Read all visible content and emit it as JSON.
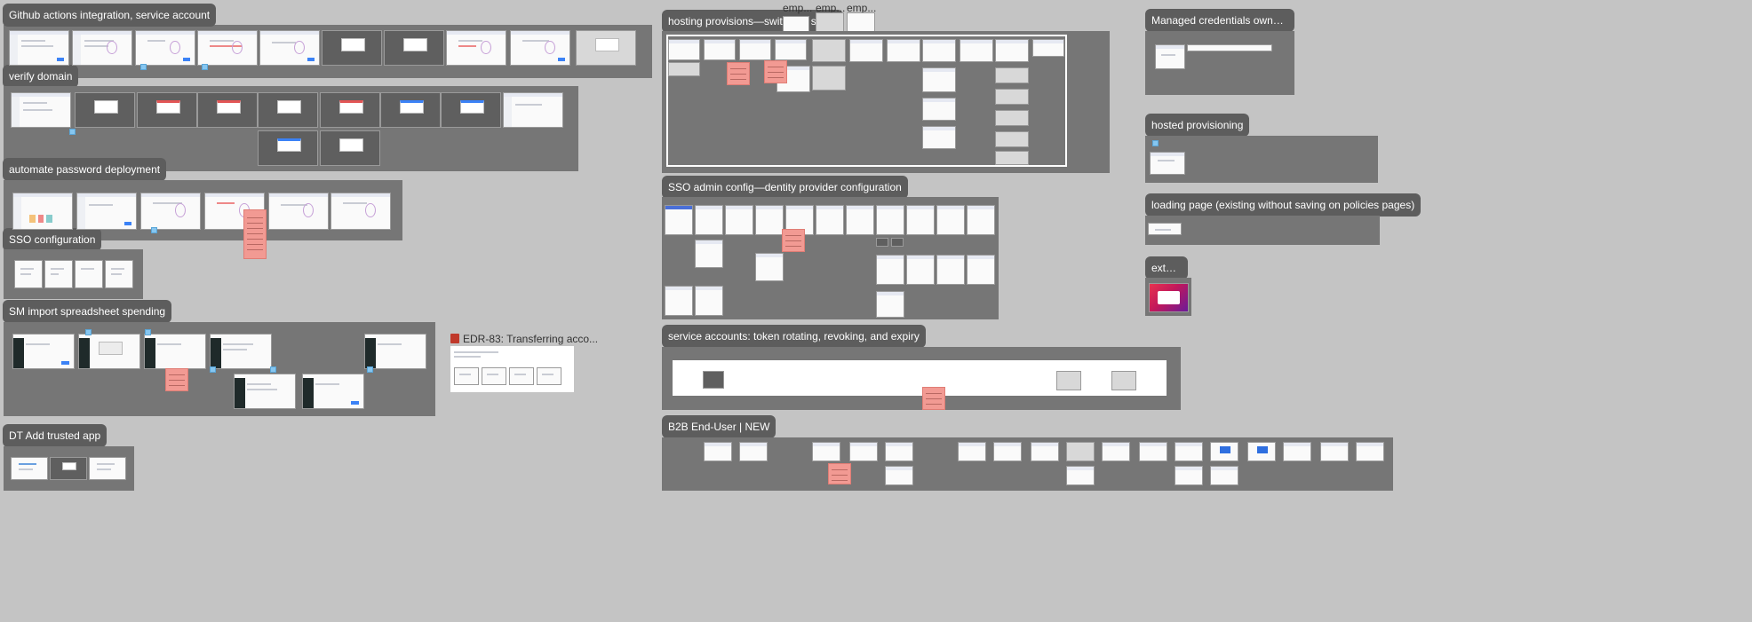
{
  "canvas": {
    "background": "#c4c4c4",
    "section_color": "#767676",
    "label_color": "#5d5d5d",
    "sticky_color": "#f29a93",
    "marker_color": "#86c6f0"
  },
  "sections": {
    "github": {
      "label": "Github actions integration, service account"
    },
    "verify": {
      "label": "verify domain"
    },
    "password": {
      "label": "automate password deployment"
    },
    "sso_config": {
      "label": "SSO configuration"
    },
    "sm_import": {
      "label": "SM import spreadsheet spending"
    },
    "trusted_app": {
      "label": "DT Add trusted app"
    },
    "edr": {
      "label": "EDR-83: Transferring acco..."
    },
    "hosting": {
      "label": "hosting provisions—switching setup"
    },
    "sso_admin": {
      "label": "SSO admin config—dentity provider configuration"
    },
    "service_accounts": {
      "label": "service accounts: token rotating, revoking, and expiry"
    },
    "b2b": {
      "label": "B2B End-User | NEW"
    },
    "managed": {
      "label": "Managed credentials ownership tra..."
    },
    "hosted_prov": {
      "label": "hosted provisioning"
    },
    "loading": {
      "label": "loading page (existing without saving on policies pages)"
    },
    "extension": {
      "label": "extensi..."
    }
  },
  "floating": {
    "emp1": "emp...",
    "emp2": "emp...",
    "emp3": "emp..."
  }
}
